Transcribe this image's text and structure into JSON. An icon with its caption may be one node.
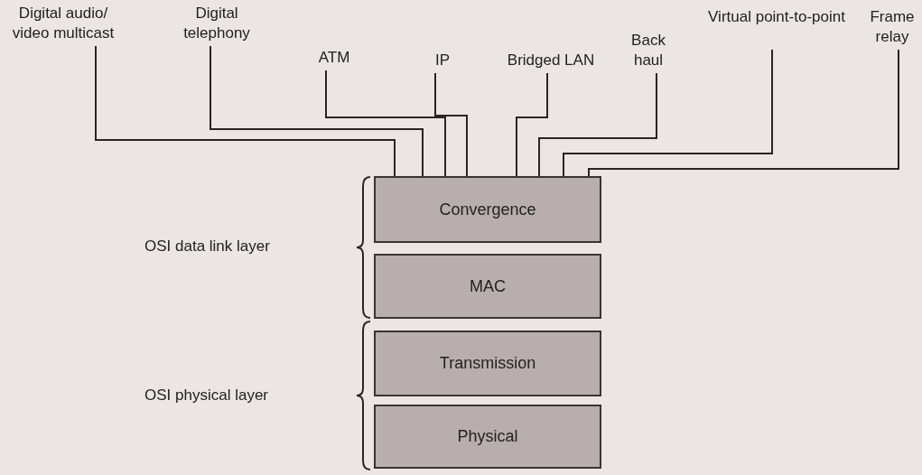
{
  "diagram": {
    "nodes": [
      {
        "text": [
          "Digital audio/ video multicast"
        ]
      },
      {
        "text": [
          "Digital telephony"
        ]
      },
      {
        "text": [
          "ATM"
        ]
      },
      {
        "text": [
          "IP"
        ]
      },
      {
        "text": [
          "Bridged LAN"
        ]
      },
      {
        "text": [
          "Back haul"
        ]
      },
      {
        "text": [
          "Virtual point-to-point"
        ]
      },
      {
        "text": [
          "Frame relay"
        ]
      },
      {
        "text": [
          "Convergence"
        ]
      },
      {
        "text": [
          "MAC"
        ]
      },
      {
        "text": [
          "Transmission"
        ]
      },
      {
        "text": [
          "Physical"
        ]
      }
    ],
    "edges": [
      {
        "from": 0,
        "to": 8,
        "arrow": "none"
      },
      {
        "from": 1,
        "to": 8,
        "arrow": "none"
      },
      {
        "from": 2,
        "to": 8,
        "arrow": "none"
      },
      {
        "from": 3,
        "to": 8,
        "arrow": "none"
      },
      {
        "from": 4,
        "to": 8,
        "arrow": "none"
      },
      {
        "from": 5,
        "to": 8,
        "arrow": "none"
      },
      {
        "from": 6,
        "to": 8,
        "arrow": "none"
      },
      {
        "from": 7,
        "to": 8,
        "arrow": "none"
      }
    ],
    "labels": [
      "OSI data link layer",
      "OSI physical layer"
    ]
  }
}
